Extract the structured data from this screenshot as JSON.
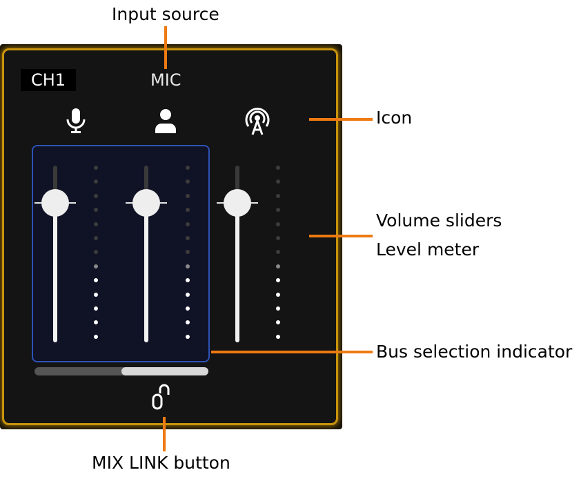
{
  "channel": {
    "name": "CH1",
    "input_source": "MIC"
  },
  "icons": [
    "mic-icon",
    "person-icon",
    "broadcast-icon"
  ],
  "faders": [
    {
      "level": 0.79
    },
    {
      "level": 0.79
    },
    {
      "level": 0.79
    }
  ],
  "meters": [
    {
      "lit_dots": 5,
      "dim_dots": 1,
      "total_dots": 13
    },
    {
      "lit_dots": 5,
      "dim_dots": 1,
      "total_dots": 13
    },
    {
      "lit_dots": 5,
      "dim_dots": 1,
      "total_dots": 13
    }
  ],
  "bus_bar": {
    "selected_start": 0.5,
    "selected_end": 1.0
  },
  "colors": {
    "panel_border": "#c9930b",
    "bus_indicator": "#2d53b7",
    "callout_line": "#ee7a12"
  },
  "annotations": {
    "input_source": "Input source",
    "icon": "Icon",
    "volume_sliders": "Volume sliders",
    "level_meter": "Level meter",
    "bus_selection": "Bus selection indicator",
    "mix_link": "MIX LINK button"
  }
}
